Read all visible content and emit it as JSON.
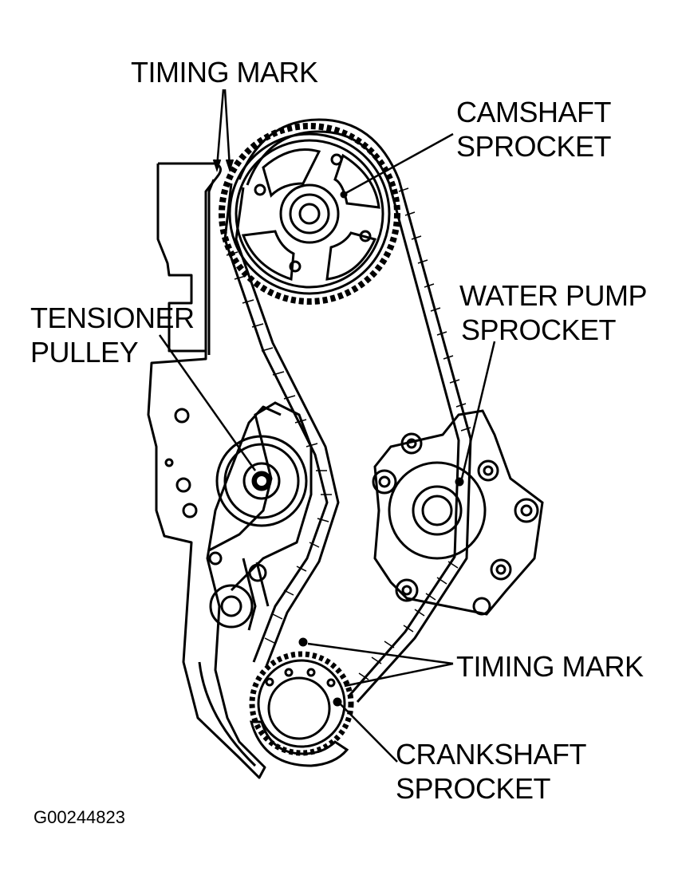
{
  "labels": {
    "timing_mark_top": "TIMING MARK",
    "camshaft_line1": "CAMSHAFT",
    "camshaft_line2": "SPROCKET",
    "water_pump_line1": "WATER PUMP",
    "water_pump_line2": "SPROCKET",
    "tensioner_line1": "TENSIONER",
    "tensioner_line2": "PULLEY",
    "timing_mark_bottom": "TIMING MARK",
    "crankshaft_line1": "CRANKSHAFT",
    "crankshaft_line2": "SPROCKET"
  },
  "figure_id": "G00244823",
  "colors": {
    "ink": "#000000",
    "paper": "#ffffff"
  }
}
